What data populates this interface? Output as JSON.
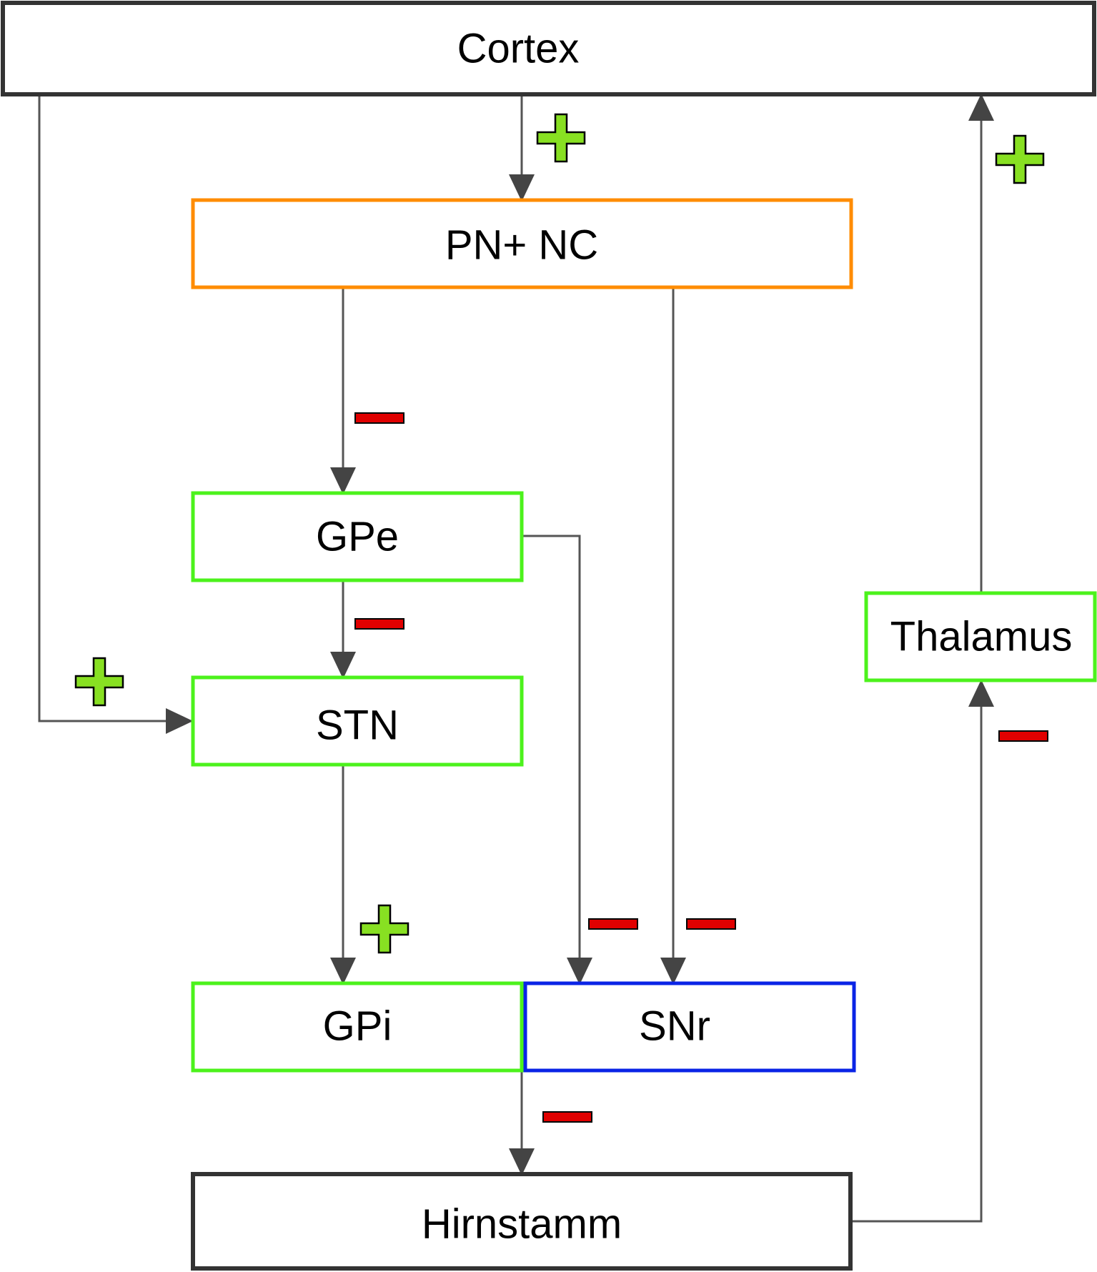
{
  "colors": {
    "neutral_border": "#333333",
    "striatum_border": "#ff8c00",
    "green_border": "#4cf21c",
    "snr_border": "#0a24e6",
    "plus_fill": "#88e022",
    "minus_fill": "#e00000",
    "line": "#555555"
  },
  "nodes": {
    "cortex": "Cortex",
    "striatum": "PN+ NC",
    "gpe": "GPe",
    "stn": "STN",
    "gpi": "GPi",
    "snr": "SNr",
    "thalamus": "Thalamus",
    "brainstem": "Hirnstamm"
  },
  "edges": [
    {
      "from": "cortex",
      "to": "striatum",
      "sign": "+"
    },
    {
      "from": "cortex",
      "to": "stn",
      "sign": "+"
    },
    {
      "from": "striatum",
      "to": "gpe",
      "sign": "-"
    },
    {
      "from": "striatum",
      "to": "snr",
      "sign": "-"
    },
    {
      "from": "gpe",
      "to": "stn",
      "sign": "-"
    },
    {
      "from": "gpe",
      "to": "snr",
      "sign": "-"
    },
    {
      "from": "stn",
      "to": "gpi",
      "sign": "+"
    },
    {
      "from": "gpi",
      "to": "brainstem",
      "sign": "-"
    },
    {
      "from": "brainstem",
      "to": "thalamus",
      "sign": "-"
    },
    {
      "from": "thalamus",
      "to": "cortex",
      "sign": "+"
    }
  ]
}
